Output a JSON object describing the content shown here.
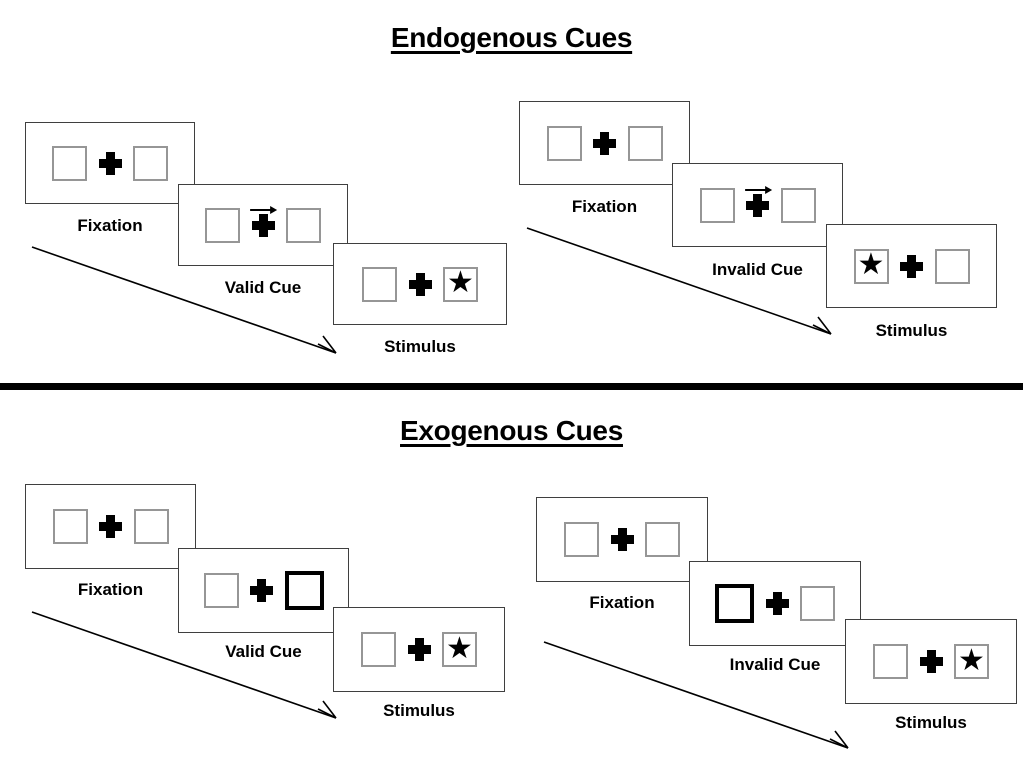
{
  "figure": {
    "title_endogenous": "Endogenous Cues",
    "title_exogenous": "Exogenous Cues",
    "colors": {
      "panel_border": "#3f3f3f",
      "box_border": "#969696",
      "flash_box_border": "#000000",
      "ink": "#000000",
      "background": "#ffffff"
    }
  },
  "sections": [
    {
      "id": "endogenous",
      "title": "Endogenous Cues",
      "cue_type": "arrow",
      "sequences": [
        {
          "id": "endogenous-valid",
          "validity": "valid",
          "time_arrow_label": "time-progression-arrow",
          "frames": [
            {
              "caption": "Fixation",
              "left_box": "empty",
              "right_box": "empty",
              "center": "fixation-cross",
              "cue": "none"
            },
            {
              "caption": "Valid Cue",
              "left_box": "empty",
              "right_box": "empty",
              "center": "fixation-cross",
              "cue": "arrow-right"
            },
            {
              "caption": "Stimulus",
              "left_box": "empty",
              "right_box": "star",
              "center": "fixation-cross",
              "cue": "none"
            }
          ]
        },
        {
          "id": "endogenous-invalid",
          "validity": "invalid",
          "time_arrow_label": "time-progression-arrow",
          "frames": [
            {
              "caption": "Fixation",
              "left_box": "empty",
              "right_box": "empty",
              "center": "fixation-cross",
              "cue": "none"
            },
            {
              "caption": "Invalid Cue",
              "left_box": "empty",
              "right_box": "empty",
              "center": "fixation-cross",
              "cue": "arrow-right"
            },
            {
              "caption": "Stimulus",
              "left_box": "star",
              "right_box": "empty",
              "center": "fixation-cross",
              "cue": "none"
            }
          ]
        }
      ]
    },
    {
      "id": "exogenous",
      "title": "Exogenous Cues",
      "cue_type": "box-flash",
      "sequences": [
        {
          "id": "exogenous-valid",
          "validity": "valid",
          "time_arrow_label": "time-progression-arrow",
          "frames": [
            {
              "caption": "Fixation",
              "left_box": "empty",
              "right_box": "empty",
              "center": "fixation-cross",
              "cue": "none"
            },
            {
              "caption": "Valid Cue",
              "left_box": "empty",
              "right_box": "flash",
              "center": "fixation-cross",
              "cue": "box-flash-right"
            },
            {
              "caption": "Stimulus",
              "left_box": "empty",
              "right_box": "star",
              "center": "fixation-cross",
              "cue": "none"
            }
          ]
        },
        {
          "id": "exogenous-invalid",
          "validity": "invalid",
          "time_arrow_label": "time-progression-arrow",
          "frames": [
            {
              "caption": "Fixation",
              "left_box": "empty",
              "right_box": "empty",
              "center": "fixation-cross",
              "cue": "none"
            },
            {
              "caption": "Invalid Cue",
              "left_box": "flash",
              "right_box": "empty",
              "center": "fixation-cross",
              "cue": "box-flash-left"
            },
            {
              "caption": "Stimulus",
              "left_box": "empty",
              "right_box": "star",
              "center": "fixation-cross",
              "cue": "none"
            }
          ]
        }
      ]
    }
  ],
  "glyphs": {
    "star": "★"
  }
}
